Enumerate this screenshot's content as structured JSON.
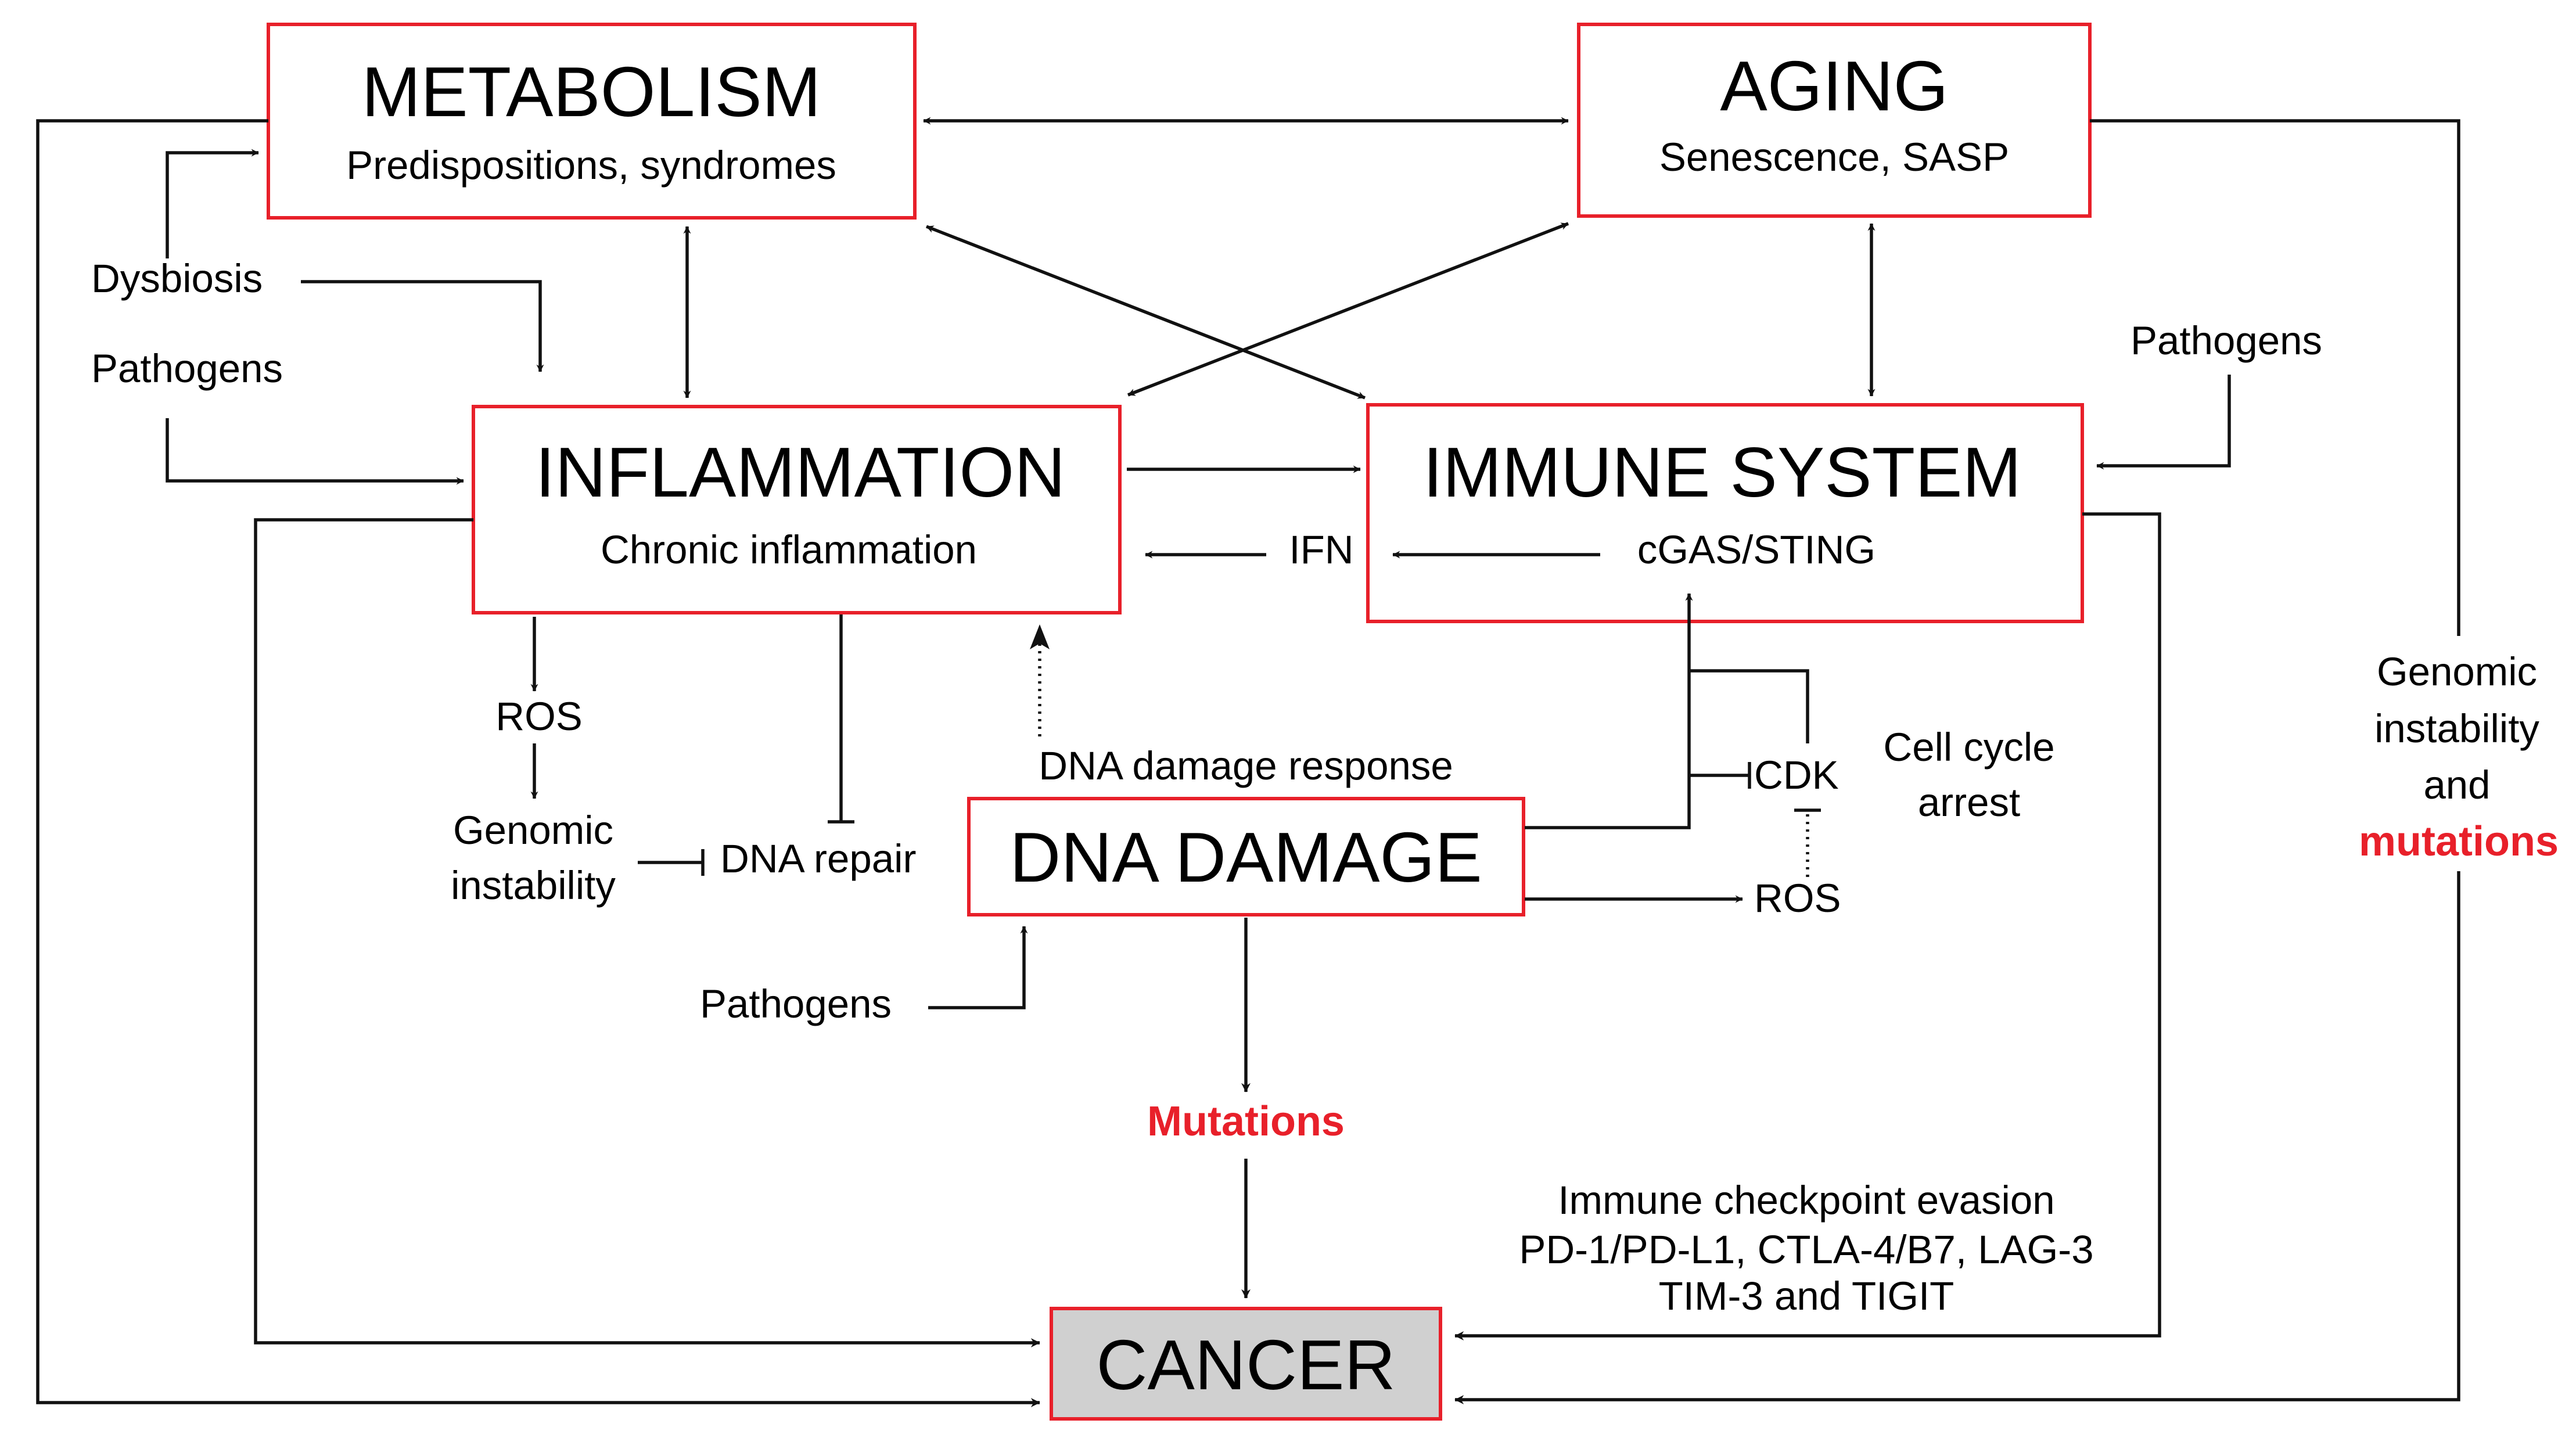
{
  "colors": {
    "box_border": "#e8202a",
    "cancer_fill": "#d0d0d0",
    "highlight_text": "#e8202a",
    "line": "#111111"
  },
  "boxes": {
    "metabolism": {
      "title": "METABOLISM",
      "subtitle": "Predispositions, syndromes"
    },
    "aging": {
      "title": "AGING",
      "subtitle": "Senescence, SASP"
    },
    "inflammation": {
      "title": "INFLAMMATION",
      "subtitle": "Chronic inflammation"
    },
    "immune_system": {
      "title": "IMMUNE SYSTEM",
      "subtitle": "cGAS/STING"
    },
    "dna_damage": {
      "title": "DNA DAMAGE"
    },
    "cancer": {
      "title": "CANCER"
    }
  },
  "labels": {
    "dysbiosis": "Dysbiosis",
    "pathogens_left": "Pathogens",
    "pathogens_right": "Pathogens",
    "pathogens_bottom": "Pathogens",
    "ifn": "IFN",
    "ros_left": "ROS",
    "ros_right": "ROS",
    "genomic_instability_left": [
      "Genomic",
      "instability"
    ],
    "dna_repair": "DNA repair",
    "dna_damage_response": "DNA damage response",
    "cdk": "CDK",
    "cell_cycle_arrest": [
      "Cell cycle",
      "arrest"
    ],
    "mutations": "Mutations",
    "genomic_instability_right": [
      "Genomic",
      "instability",
      "and"
    ],
    "mutations_right": "mutations",
    "checkpoint": [
      "Immune checkpoint evasion",
      "PD-1/PD-L1, CTLA-4/B7, LAG-3",
      "TIM-3 and TIGIT"
    ]
  }
}
